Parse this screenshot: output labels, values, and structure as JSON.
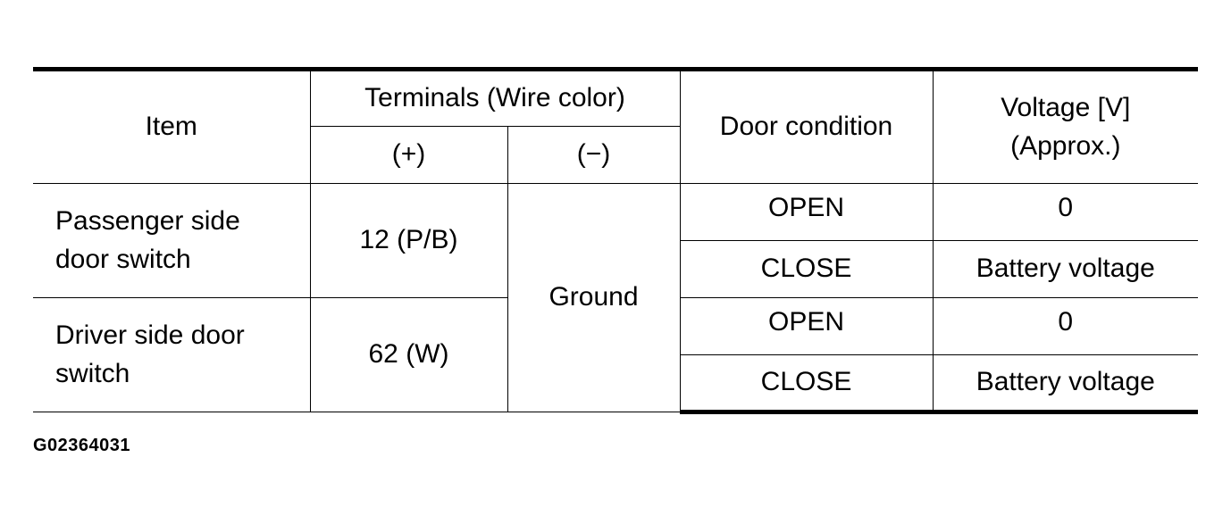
{
  "table": {
    "headers": {
      "item": "Item",
      "terminals": "Terminals (Wire color)",
      "plus": "(+)",
      "minus": "(−)",
      "door_condition": "Door condition",
      "voltage_line1": "Voltage [V]",
      "voltage_line2": "(Approx.)"
    },
    "rows": [
      {
        "item_line1": "Passenger side",
        "item_line2": "door switch",
        "plus": "12 (P/B)",
        "conditions": [
          {
            "door": "OPEN",
            "voltage": "0"
          },
          {
            "door": "CLOSE",
            "voltage": "Battery voltage"
          }
        ]
      },
      {
        "item_line1": "Driver side door",
        "item_line2": "switch",
        "plus": "62 (W)",
        "conditions": [
          {
            "door": "OPEN",
            "voltage": "0"
          },
          {
            "door": "CLOSE",
            "voltage": "Battery voltage"
          }
        ]
      }
    ],
    "minus_shared": "Ground"
  },
  "figure_code": "G02364031"
}
